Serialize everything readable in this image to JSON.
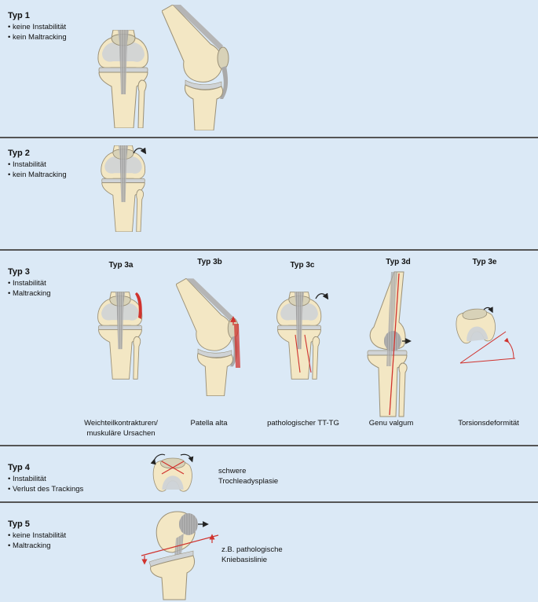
{
  "colors": {
    "background": "#dbe9f6",
    "bone": "#f3e7c4",
    "bone_outline": "#9a9077",
    "cartilage": "#cfd3d6",
    "tendon": "#a9a9a9",
    "accent_red": "#d0332e"
  },
  "types": [
    {
      "title": "Typ 1",
      "bullets": [
        "keine Instabilität",
        "kein Maltracking"
      ]
    },
    {
      "title": "Typ 2",
      "bullets": [
        "Instabilität",
        "kein Maltracking"
      ]
    },
    {
      "title": "Typ 3",
      "bullets": [
        "Instabilität",
        "Maltracking"
      ],
      "subtypes": [
        {
          "title": "Typ 3a",
          "caption": "Weichteilkontrakturen/\nmuskuläre Ursachen"
        },
        {
          "title": "Typ 3b",
          "caption": "Patella alta"
        },
        {
          "title": "Typ 3c",
          "caption": "pathologischer TT-TG"
        },
        {
          "title": "Typ 3d",
          "caption": "Genu valgum"
        },
        {
          "title": "Typ 3e",
          "caption": "Torsionsdeformität"
        }
      ]
    },
    {
      "title": "Typ 4",
      "bullets": [
        "Instabilität",
        "Verlust des Trackings"
      ],
      "caption": "schwere\nTrochleadysplasie"
    },
    {
      "title": "Typ 5",
      "bullets": [
        "keine Instabilität",
        "Maltracking"
      ],
      "caption": "z.B. pathologische\nKniebasislinie"
    }
  ],
  "icons": [
    "knee-front-icon",
    "knee-side-icon",
    "knee-axial-icon",
    "arrow-icon"
  ]
}
